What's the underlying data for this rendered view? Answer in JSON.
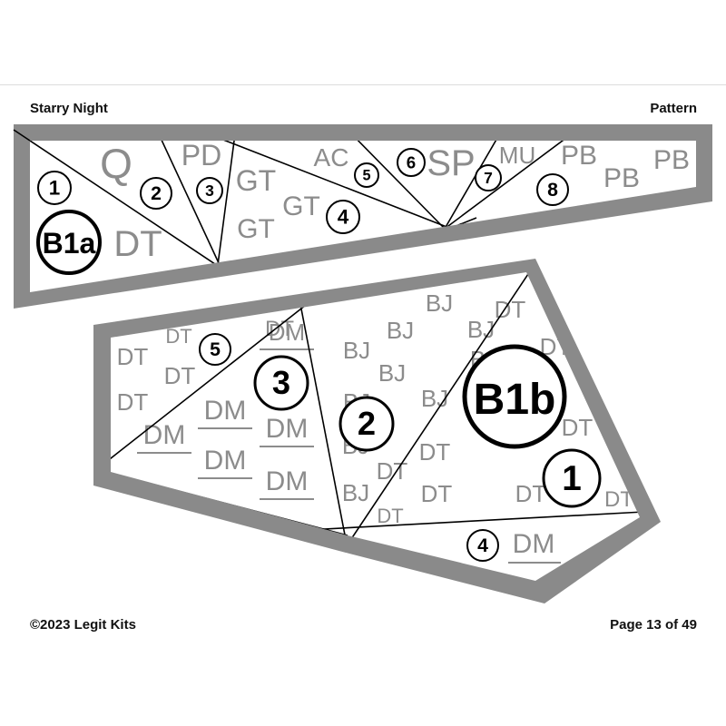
{
  "header": {
    "title": "Starry Night",
    "section": "Pattern"
  },
  "footer": {
    "copyright": "©2023 Legit Kits",
    "page": "Page 13 of 49"
  },
  "colors": {
    "seam_allowance": "#8a8a8a",
    "fabric_code": "#8c8c8c",
    "line": "#000000"
  },
  "section_b1a": {
    "label": "B1a",
    "pieces": [
      "1",
      "2",
      "3",
      "4",
      "5",
      "6",
      "7",
      "8"
    ],
    "fabric_codes": [
      "Q",
      "PD",
      "GT",
      "GT",
      "GT",
      "AC",
      "SP",
      "MU",
      "PB",
      "PB",
      "PB",
      "DT"
    ]
  },
  "section_b1b": {
    "label": "B1b",
    "pieces": [
      "1",
      "2",
      "3",
      "4",
      "5"
    ],
    "fabric_codes": [
      "DT",
      "DM",
      "BJ"
    ]
  }
}
